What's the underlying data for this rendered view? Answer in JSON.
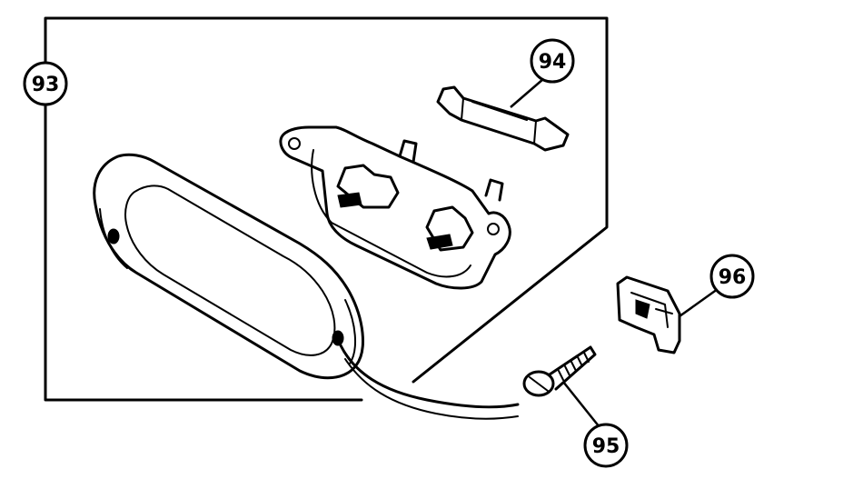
{
  "callouts": {
    "c93": "93",
    "c94": "94",
    "c95": "95",
    "c96": "96"
  },
  "parts": {
    "lens_assembly": "93",
    "bulb": "94",
    "screw": "95",
    "clip": "96"
  }
}
